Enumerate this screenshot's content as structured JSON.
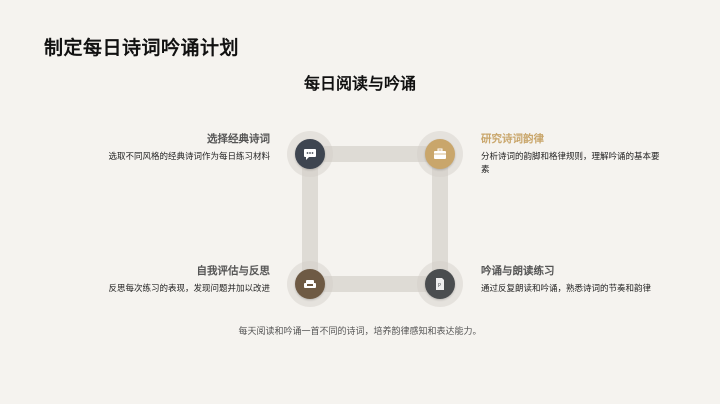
{
  "page": {
    "title": "制定每日诗词吟诵计划",
    "section_title": "每日阅读与吟诵",
    "footer": "每天阅读和吟诵一首不同的诗词，培养韵律感知和表达能力。"
  },
  "steps": [
    {
      "title": "选择经典诗词",
      "desc": "选取不同风格的经典诗词作为每日练习材料",
      "icon": "chat-bubble-icon",
      "color": "#3e4550"
    },
    {
      "title": "研究诗词韵律",
      "desc": "分析诗词的韵脚和格律规则，理解吟诵的基本要素",
      "icon": "briefcase-icon",
      "color": "#c9a66b"
    },
    {
      "title": "自我评估与反思",
      "desc": "反思每次练习的表现，发现问题并加以改进",
      "icon": "sofa-icon",
      "color": "#6e5a44"
    },
    {
      "title": "吟诵与朗读练习",
      "desc": "通过反复朗读和吟诵，熟悉诗词的节奏和韵律",
      "icon": "document-icon",
      "color": "#4a4d4f"
    }
  ]
}
